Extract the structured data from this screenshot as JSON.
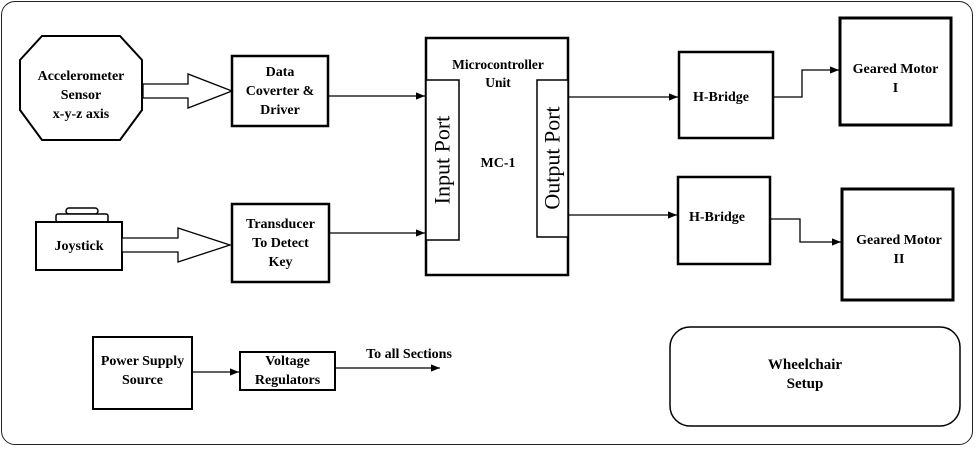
{
  "blocks": {
    "accelerometer": "Accelerometer\nSensor\nx-y-z axis",
    "data_converter": "Data\nCoverter &\nDriver",
    "joystick": "Joystick",
    "transducer": "Transducer\nTo Detect\nKey",
    "mcu_title": "Microcontroller\nUnit",
    "input_port": "Input Port",
    "output_port": "Output Port",
    "mcu_id": "MC-1",
    "hbridge_1": "H-Bridge",
    "hbridge_2": "H-Bridge",
    "motor_1": "Geared Motor\nI",
    "motor_2": "Geared Motor\nII",
    "power_supply": "Power Supply\nSource",
    "voltage_regulators": "Voltage\nRegulators",
    "to_all_sections": "To all Sections",
    "wheelchair_setup": "Wheelchair\nSetup"
  }
}
